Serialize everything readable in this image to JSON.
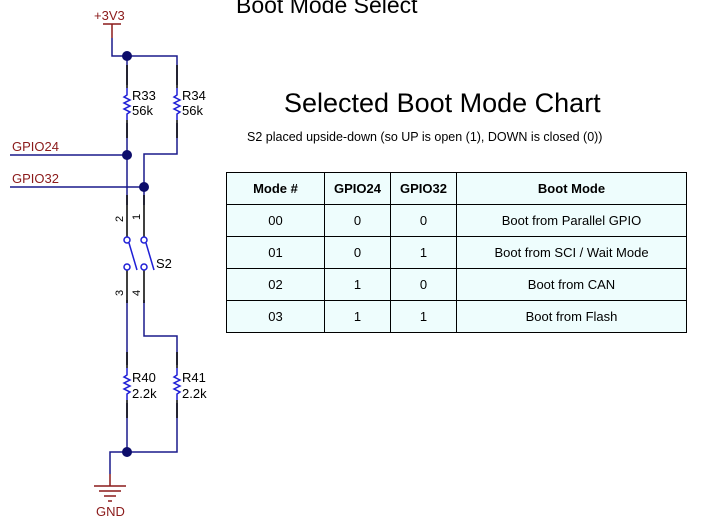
{
  "title": "Boot Mode Select",
  "schematic": {
    "power_net": "+3V3",
    "ground_net": "GND",
    "nets": [
      "GPIO24",
      "GPIO32"
    ],
    "resistors": [
      {
        "ref": "R33",
        "value": "56k"
      },
      {
        "ref": "R34",
        "value": "56k"
      },
      {
        "ref": "R40",
        "value": "2.2k"
      },
      {
        "ref": "R41",
        "value": "2.2k"
      }
    ],
    "switch": {
      "ref": "S2",
      "pins": [
        "1",
        "2",
        "3",
        "4"
      ]
    },
    "colors": {
      "wire": "#1a1a8c",
      "net_label": "#8b1a1a",
      "component": "#1f1fd6",
      "pin_lead": "#000000"
    }
  },
  "chart": {
    "title": "Selected Boot Mode Chart",
    "note": "S2 placed upside-down (so UP is open (1), DOWN is closed (0))",
    "headers": [
      "Mode #",
      "GPIO24",
      "GPIO32",
      "Boot Mode"
    ],
    "rows": [
      [
        "00",
        "0",
        "0",
        "Boot from Parallel GPIO"
      ],
      [
        "01",
        "0",
        "1",
        "Boot from SCI / Wait Mode"
      ],
      [
        "02",
        "1",
        "0",
        "Boot from CAN"
      ],
      [
        "03",
        "1",
        "1",
        "Boot from Flash"
      ]
    ],
    "colors": {
      "cell_bg": "#eefdfd",
      "border": "#000000"
    }
  }
}
